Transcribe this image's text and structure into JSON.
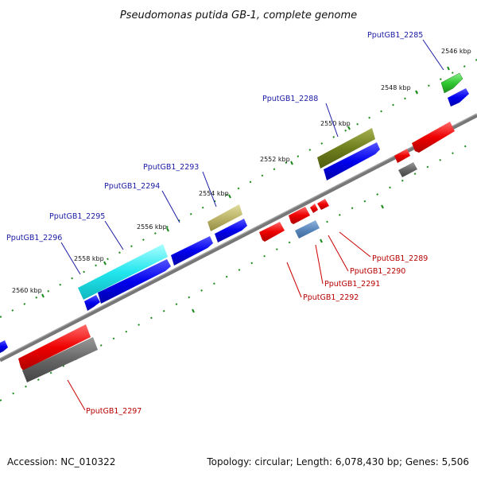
{
  "title": "Pseudomonas putida GB-1, complete genome",
  "footer": {
    "accession": "Accession: NC_010322",
    "summary": "Topology: circular; Length: 6,078,430 bp; Genes: 5,506"
  },
  "colors": {
    "backbone": "#777777",
    "tick": "#1a8a1a",
    "plus_label": "#1a1aa6",
    "minus_label": "#b80000",
    "connector_plus": "#1a1aa6",
    "connector_minus": "#cc0000"
  },
  "scale_labels": {
    "k2546": "2546 kbp",
    "k2548": "2548 kbp",
    "k2550": "2550 kbp",
    "k2552": "2552 kbp",
    "k2554": "2554 kbp",
    "k2556": "2556 kbp",
    "k2558": "2558 kbp",
    "k2560": "2560 kbp"
  },
  "genes": {
    "g2285": "PputGB1_2285",
    "g2288": "PputGB1_2288",
    "g2289": "PputGB1_2289",
    "g2290": "PputGB1_2290",
    "g2291": "PputGB1_2291",
    "g2292": "PputGB1_2292",
    "g2293": "PputGB1_2293",
    "g2294": "PputGB1_2294",
    "g2295": "PputGB1_2295",
    "g2296": "PputGB1_2296",
    "g2297": "PputGB1_2297"
  }
}
